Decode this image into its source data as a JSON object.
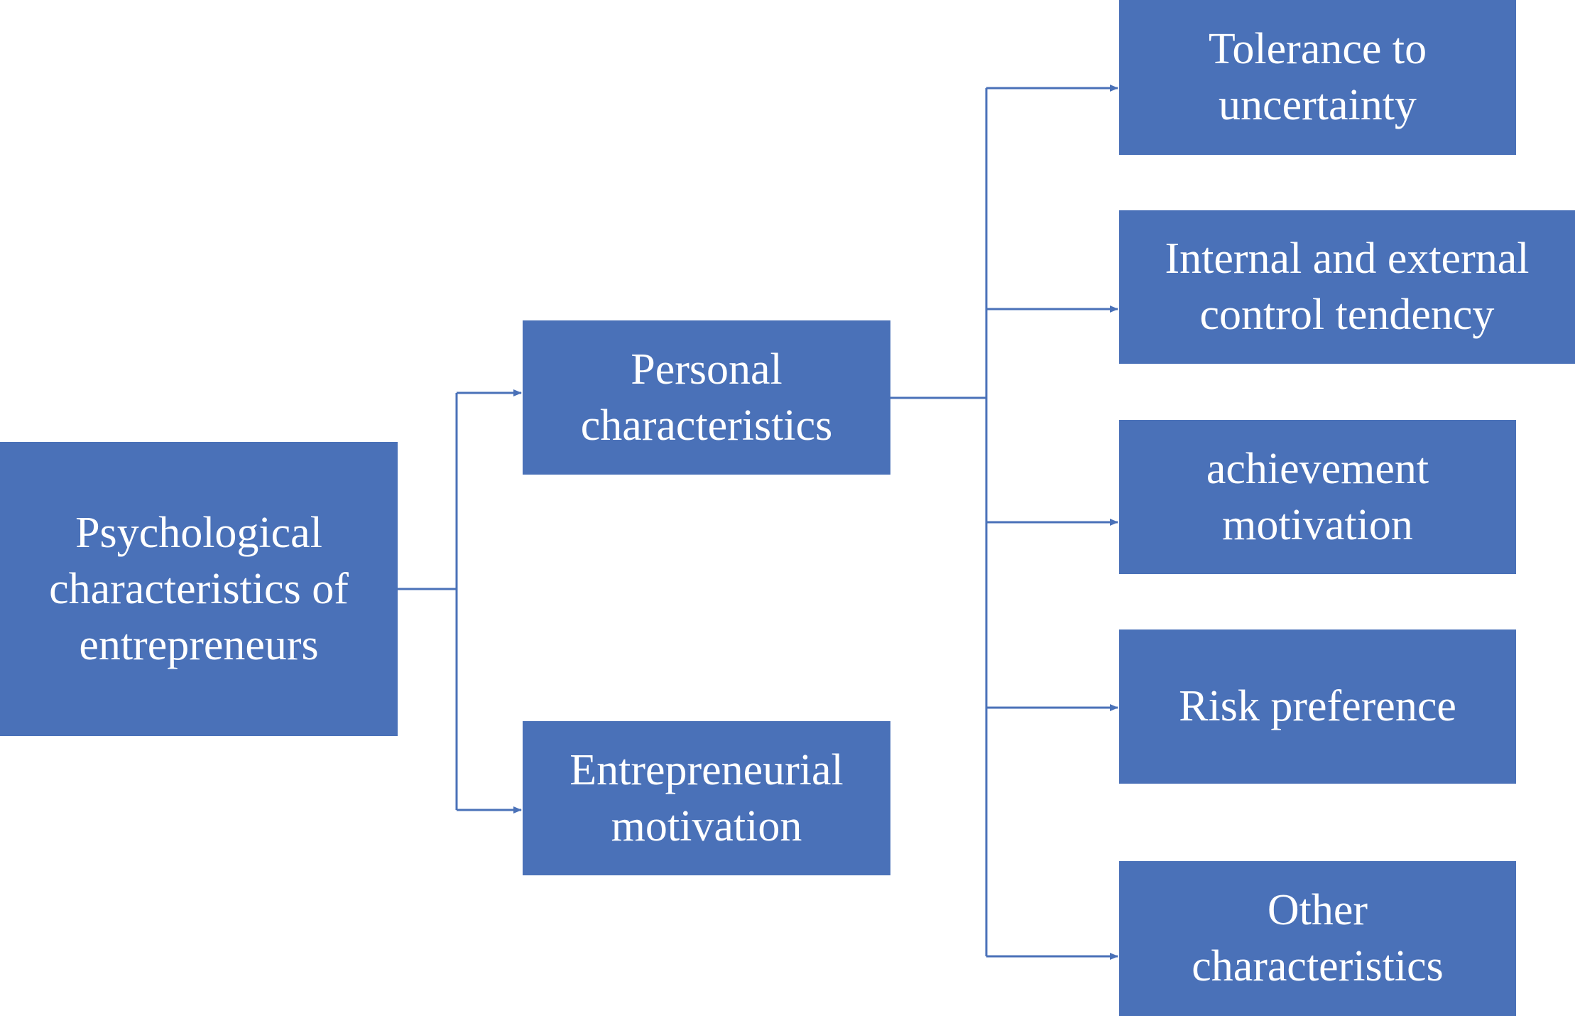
{
  "colors": {
    "box_fill": "#4a71b8",
    "box_text": "#ffffff",
    "connector": "#4a71b8",
    "background": "#ffffff"
  },
  "nodes": {
    "root": "Psychological\ncharacteristics of\nentrepreneurs",
    "personal": "Personal\ncharacteristics",
    "motivation": "Entrepreneurial\nmotivation",
    "tolerance": "Tolerance to\nuncertainty",
    "control": "Internal and external\ncontrol tendency",
    "achievement": "achievement\nmotivation",
    "risk": "Risk preference",
    "other": "Other\ncharacteristics"
  },
  "edges": [
    {
      "from": "root",
      "to": "personal"
    },
    {
      "from": "root",
      "to": "motivation"
    },
    {
      "from": "personal",
      "to": "tolerance"
    },
    {
      "from": "personal",
      "to": "control"
    },
    {
      "from": "personal",
      "to": "achievement"
    },
    {
      "from": "personal",
      "to": "risk"
    },
    {
      "from": "personal",
      "to": "other"
    }
  ]
}
